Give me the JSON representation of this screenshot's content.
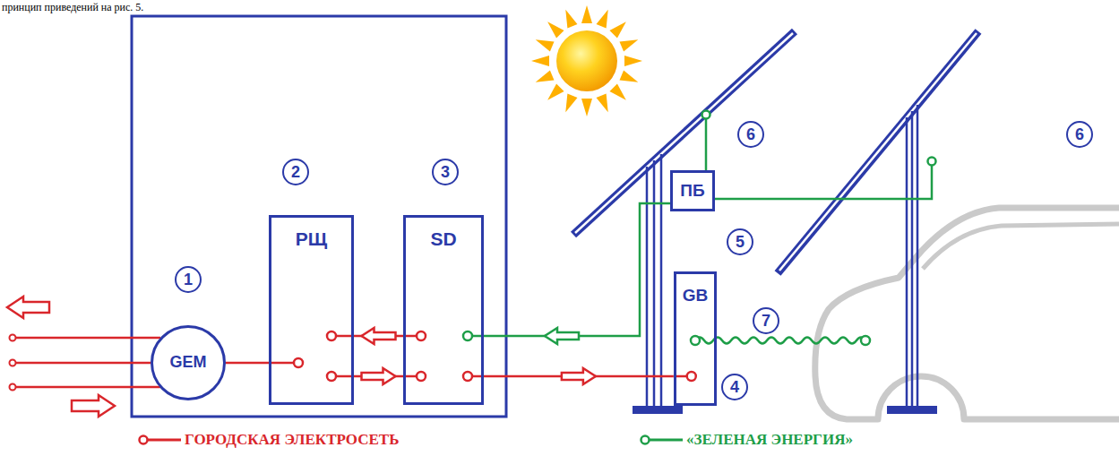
{
  "diagram": {
    "nodes": [
      {
        "text": [
          "GEM"
        ]
      },
      {
        "text": [
          "РЩ"
        ]
      },
      {
        "text": [
          "SD"
        ]
      },
      {
        "text": [
          "ПБ"
        ]
      },
      {
        "text": [
          "GB"
        ]
      }
    ],
    "edges": [
      {
        "from": 0,
        "to": 1,
        "arrow": "none"
      },
      {
        "from": 2,
        "to": 1,
        "arrow": "to"
      },
      {
        "from": 1,
        "to": 2,
        "arrow": "to"
      },
      {
        "from": 2,
        "to": 4,
        "arrow": "to"
      },
      {
        "from": 3,
        "to": 2,
        "arrow": "to"
      }
    ],
    "labels": [
      "принцип приведений на рис. 5.",
      "1",
      "2",
      "3",
      "6",
      "6",
      "5",
      "4",
      "7"
    ],
    "legend": [
      {
        "text": "ГОРОДСКАЯ ЭЛЕКТРОСЕТЬ"
      },
      {
        "text": "«ЗЕЛЕНАЯ ЭНЕРГИЯ»"
      }
    ]
  }
}
